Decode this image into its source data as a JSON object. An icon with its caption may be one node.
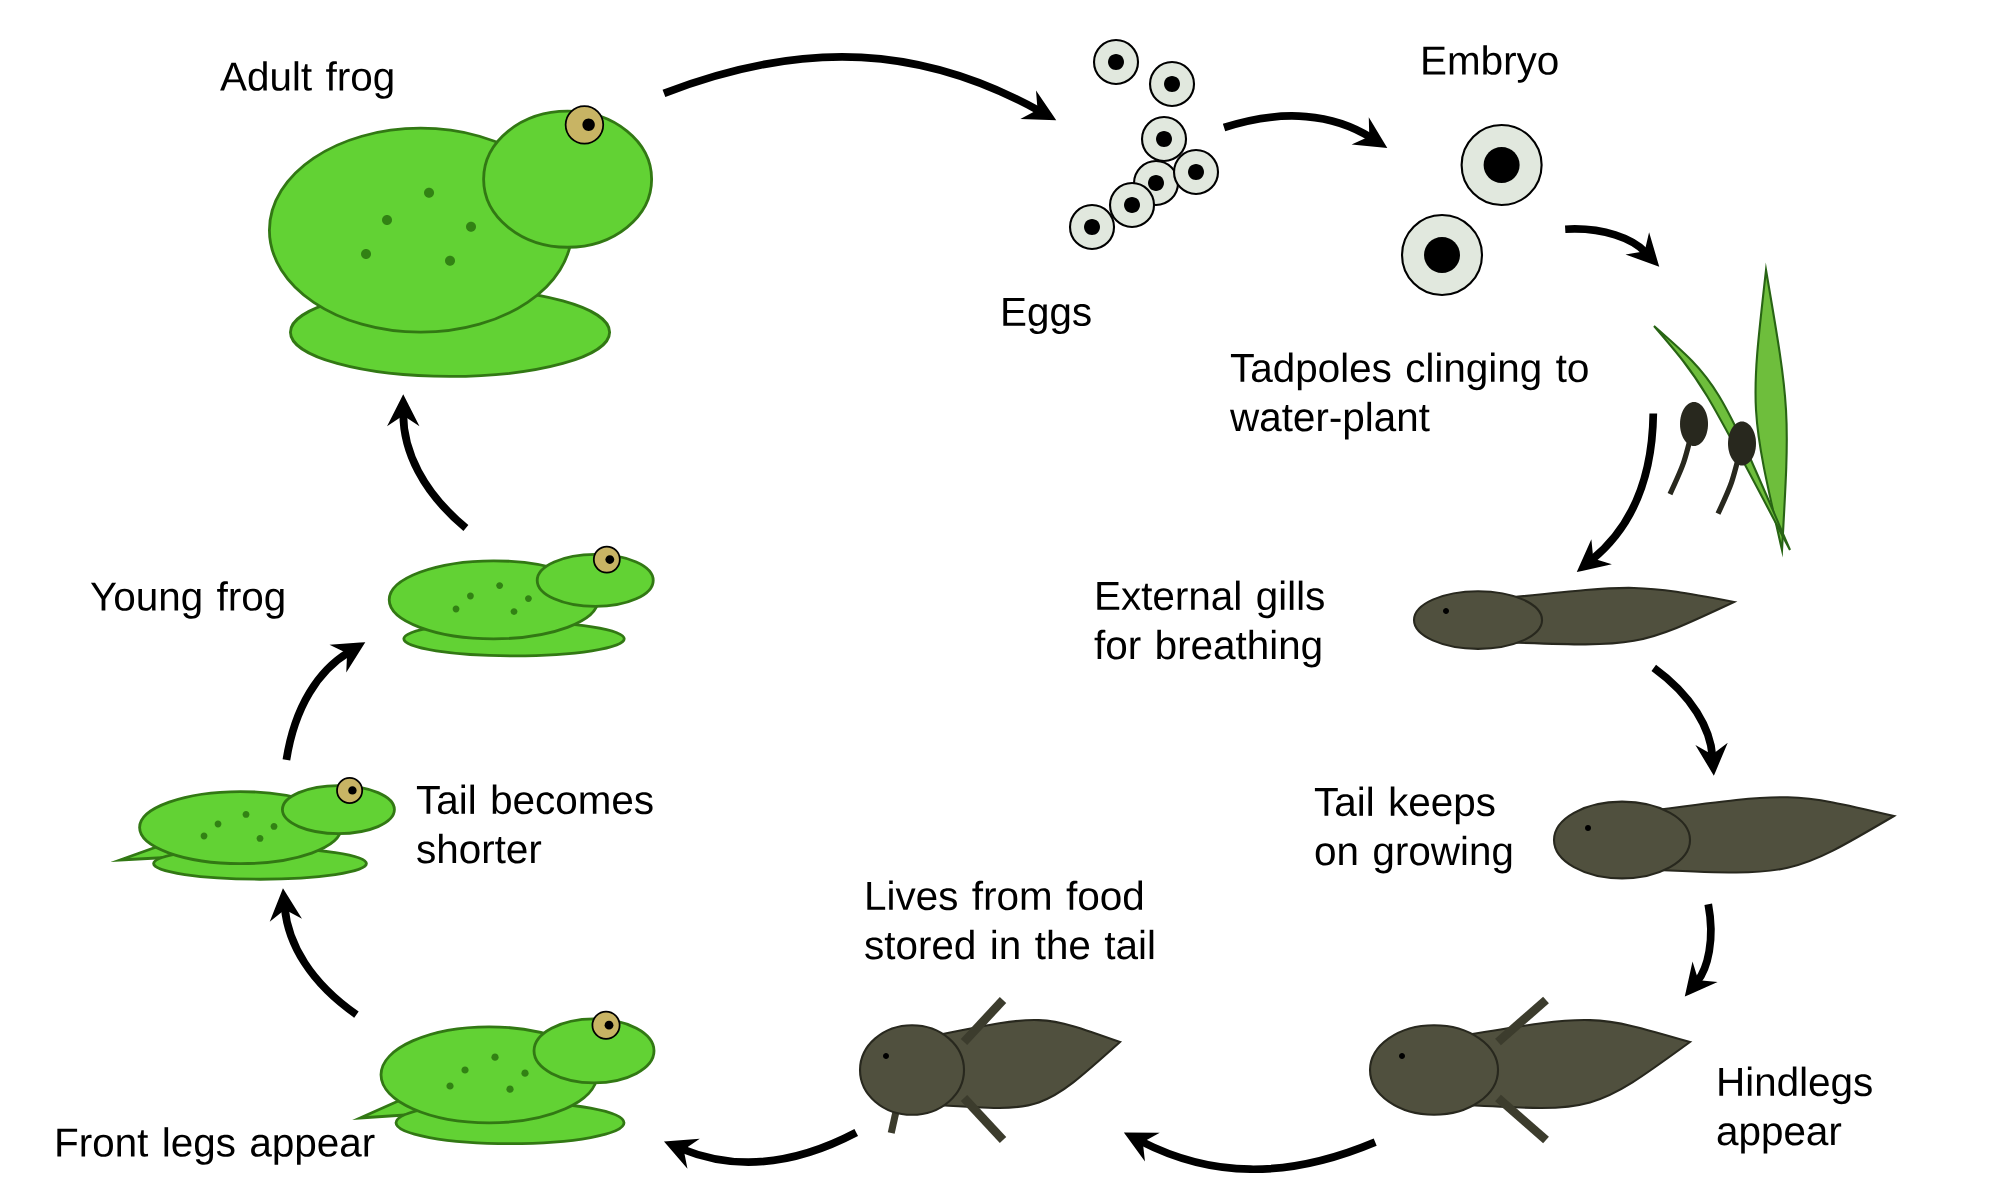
{
  "diagram": {
    "nodes": [
      {
        "text": [
          "Adult frog"
        ]
      },
      {
        "text": [
          "Eggs"
        ]
      },
      {
        "text": [
          "Embryo"
        ]
      },
      {
        "text": [
          "Tadpoles clinging to water-plant"
        ]
      },
      {
        "text": [
          "External gills for breathing"
        ]
      },
      {
        "text": [
          "Tail keeps on growing"
        ]
      },
      {
        "text": [
          "Hindlegs appear"
        ]
      },
      {
        "text": [
          "Lives from food stored in the tail"
        ]
      },
      {
        "text": [
          "Front legs appear"
        ]
      },
      {
        "text": [
          "Tail becomes shorter"
        ]
      },
      {
        "text": [
          "Young frog"
        ]
      }
    ],
    "edges": [
      {
        "from": 0,
        "to": 1,
        "arrow": "to"
      },
      {
        "from": 1,
        "to": 2,
        "arrow": "to"
      },
      {
        "from": 2,
        "to": 3,
        "arrow": "to"
      },
      {
        "from": 3,
        "to": 4,
        "arrow": "to"
      },
      {
        "from": 4,
        "to": 5,
        "arrow": "to"
      },
      {
        "from": 5,
        "to": 6,
        "arrow": "to"
      },
      {
        "from": 6,
        "to": 7,
        "arrow": "to"
      },
      {
        "from": 7,
        "to": 8,
        "arrow": "to"
      },
      {
        "from": 8,
        "to": 9,
        "arrow": "to"
      },
      {
        "from": 9,
        "to": 10,
        "arrow": "to"
      },
      {
        "from": 10,
        "to": 0,
        "arrow": "to"
      }
    ]
  }
}
